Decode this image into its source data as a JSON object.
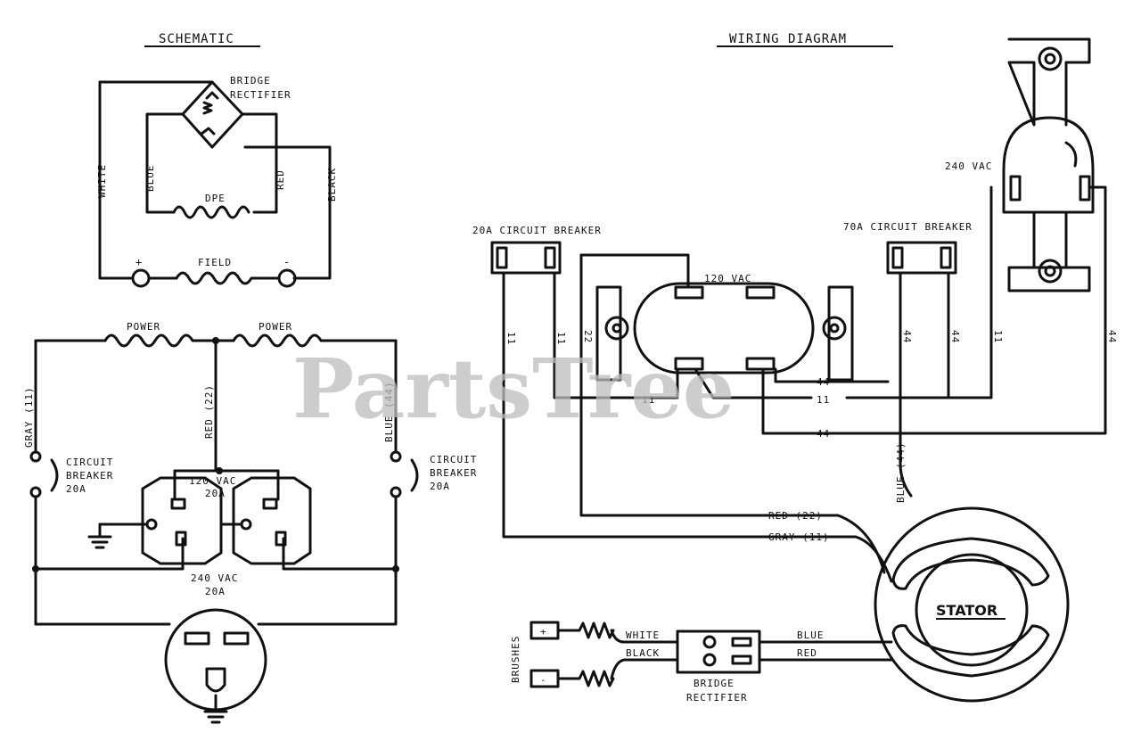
{
  "titles": {
    "schematic": "SCHEMATIC",
    "wiring": "WIRING DIAGRAM"
  },
  "watermark": "PartsTree",
  "schematic_labels": {
    "bridge_rectifier": [
      "BRIDGE",
      "RECTIFIER"
    ],
    "white": "WHITE",
    "blue": "BLUE",
    "red": "RED",
    "black": "BLACK",
    "dpe": "DPE",
    "field": "FIELD",
    "plus": "+",
    "minus": "-",
    "power_left": "POWER",
    "power_right": "POWER",
    "gray": "GRAY (11)",
    "red22": "RED (22)",
    "blue44": "BLUE (44)",
    "cb_left": [
      "CIRCUIT",
      "BREAKER",
      "20A"
    ],
    "cb_right": [
      "CIRCUIT",
      "BREAKER",
      "20A"
    ],
    "outlet120": [
      "120 VAC",
      "20A"
    ],
    "outlet240": [
      "240 VAC",
      "20A"
    ]
  },
  "wiring_labels": {
    "cb20": "20A CIRCUIT BREAKER",
    "cb70": "70A CIRCUIT BREAKER",
    "vac120": "120 VAC",
    "vac240": "240 VAC",
    "w11a": "11",
    "w11b": "11",
    "w22": "22",
    "w44a": "44",
    "w44b": "44",
    "w11c": "11",
    "w44c": "44",
    "h44top": "44",
    "h11mid_left": "11",
    "h11mid_right": "11",
    "h44bot": "44",
    "blue44": "BLUE (44)",
    "red22": "RED (22)",
    "gray11": "GRAY (11)",
    "stator": "STATOR",
    "brushes": "BRUSHES",
    "white": "WHITE",
    "black": "BLACK",
    "blue": "BLUE",
    "red": "RED",
    "bridge": [
      "BRIDGE",
      "RECTIFIER"
    ],
    "plus": "+",
    "minus": "-"
  }
}
